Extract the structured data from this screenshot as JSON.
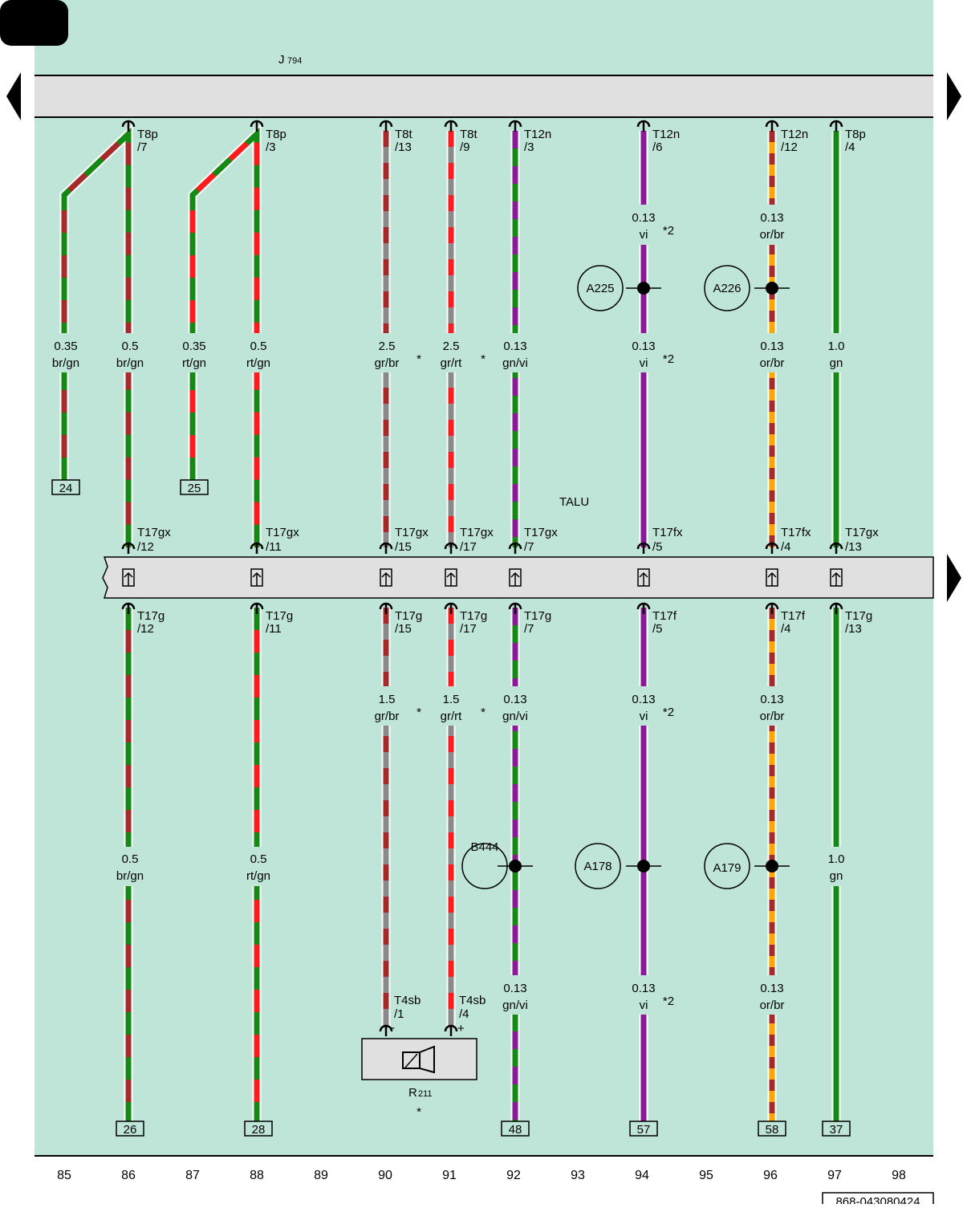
{
  "header": {
    "component": "J",
    "component_sub": "794",
    "page_tab": ""
  },
  "footer": {
    "doc_number": "868-043080424"
  },
  "column_numbers": [
    "85",
    "86",
    "87",
    "88",
    "89",
    "90",
    "91",
    "92",
    "93",
    "94",
    "95",
    "96",
    "97",
    "98"
  ],
  "talu_label": "TALU",
  "component_r": {
    "name": "R",
    "sub": "211",
    "note": "*",
    "minus": "-",
    "plus": "+"
  },
  "colors": {
    "background": "#bfe5d8",
    "bar": "#e0e0e0",
    "br": "#a52a2a",
    "gn": "#138a13",
    "rt": "#ff1c1c",
    "gr": "#8a8a8a",
    "vi": "#8b1a9a",
    "or": "#ffa500"
  },
  "top_connectors": [
    {
      "id": "t86",
      "name": "T8p",
      "pin": "/7"
    },
    {
      "id": "t88",
      "name": "T8p",
      "pin": "/3"
    },
    {
      "id": "t90",
      "name": "T8t",
      "pin": "/13"
    },
    {
      "id": "t91",
      "name": "T8t",
      "pin": "/9"
    },
    {
      "id": "t92",
      "name": "T12n",
      "pin": "/3"
    },
    {
      "id": "t94",
      "name": "T12n",
      "pin": "/6"
    },
    {
      "id": "t96",
      "name": "T12n",
      "pin": "/12"
    },
    {
      "id": "t97",
      "name": "T8p",
      "pin": "/4"
    }
  ],
  "upper_coupling": [
    {
      "id": "u86",
      "name": "T17gx",
      "pin": "/12"
    },
    {
      "id": "u88",
      "name": "T17gx",
      "pin": "/11"
    },
    {
      "id": "u90",
      "name": "T17gx",
      "pin": "/15"
    },
    {
      "id": "u91",
      "name": "T17gx",
      "pin": "/17"
    },
    {
      "id": "u92",
      "name": "T17gx",
      "pin": "/7"
    },
    {
      "id": "u94",
      "name": "T17fx",
      "pin": "/5"
    },
    {
      "id": "u96",
      "name": "T17fx",
      "pin": "/4"
    },
    {
      "id": "u97",
      "name": "T17gx",
      "pin": "/13"
    }
  ],
  "lower_coupling": [
    {
      "id": "l86",
      "name": "T17g",
      "pin": "/12"
    },
    {
      "id": "l88",
      "name": "T17g",
      "pin": "/11"
    },
    {
      "id": "l90",
      "name": "T17g",
      "pin": "/15"
    },
    {
      "id": "l91",
      "name": "T17g",
      "pin": "/17"
    },
    {
      "id": "l92",
      "name": "T17g",
      "pin": "/7"
    },
    {
      "id": "l94",
      "name": "T17f",
      "pin": "/5"
    },
    {
      "id": "l96",
      "name": "T17f",
      "pin": "/4"
    },
    {
      "id": "l97",
      "name": "T17g",
      "pin": "/13"
    }
  ],
  "r211_pins": [
    {
      "id": "r1",
      "name": "T4sb",
      "pin": "/1"
    },
    {
      "id": "r2",
      "name": "T4sb",
      "pin": "/4"
    }
  ],
  "wire_labels": [
    {
      "id": "w1",
      "size": "0.35",
      "color": "br/gn",
      "note": ""
    },
    {
      "id": "w2",
      "size": "0.5",
      "color": "br/gn",
      "note": ""
    },
    {
      "id": "w3",
      "size": "0.35",
      "color": "rt/gn",
      "note": ""
    },
    {
      "id": "w4",
      "size": "0.5",
      "color": "rt/gn",
      "note": ""
    },
    {
      "id": "w5",
      "size": "2.5",
      "color": "gr/br",
      "note": "*"
    },
    {
      "id": "w6",
      "size": "2.5",
      "color": "gr/rt",
      "note": "*"
    },
    {
      "id": "w7",
      "size": "0.13",
      "color": "gn/vi",
      "note": ""
    },
    {
      "id": "w8",
      "size": "0.13",
      "color": "vi",
      "note": "*2"
    },
    {
      "id": "w9",
      "size": "0.13",
      "color": "vi",
      "note": "*2"
    },
    {
      "id": "w10",
      "size": "0.13",
      "color": "or/br",
      "note": ""
    },
    {
      "id": "w11",
      "size": "0.13",
      "color": "or/br",
      "note": ""
    },
    {
      "id": "w12",
      "size": "1.0",
      "color": "gn",
      "note": ""
    },
    {
      "id": "w13",
      "size": "1.5",
      "color": "gr/br",
      "note": "*"
    },
    {
      "id": "w14",
      "size": "1.5",
      "color": "gr/rt",
      "note": "*"
    },
    {
      "id": "w15",
      "size": "0.13",
      "color": "gn/vi",
      "note": ""
    },
    {
      "id": "w16",
      "size": "0.13",
      "color": "vi",
      "note": "*2"
    },
    {
      "id": "w17",
      "size": "0.13",
      "color": "or/br",
      "note": ""
    },
    {
      "id": "w18",
      "size": "0.5",
      "color": "br/gn",
      "note": ""
    },
    {
      "id": "w19",
      "size": "0.5",
      "color": "rt/gn",
      "note": ""
    },
    {
      "id": "w20",
      "size": "1.0",
      "color": "gn",
      "note": ""
    },
    {
      "id": "w21",
      "size": "0.13",
      "color": "gn/vi",
      "note": ""
    },
    {
      "id": "w22",
      "size": "0.13",
      "color": "vi",
      "note": "*2"
    },
    {
      "id": "w23",
      "size": "0.13",
      "color": "or/br",
      "note": ""
    }
  ],
  "splices": [
    {
      "id": "A225",
      "label": "A225"
    },
    {
      "id": "A226",
      "label": "A226"
    },
    {
      "id": "B444",
      "label": "B444"
    },
    {
      "id": "A178",
      "label": "A178"
    },
    {
      "id": "A179",
      "label": "A179"
    }
  ],
  "references": [
    {
      "id": "ref24",
      "label": "24"
    },
    {
      "id": "ref25",
      "label": "25"
    },
    {
      "id": "ref26",
      "label": "26"
    },
    {
      "id": "ref28",
      "label": "28"
    },
    {
      "id": "ref48",
      "label": "48"
    },
    {
      "id": "ref57",
      "label": "57"
    },
    {
      "id": "ref58",
      "label": "58"
    },
    {
      "id": "ref37",
      "label": "37"
    }
  ]
}
